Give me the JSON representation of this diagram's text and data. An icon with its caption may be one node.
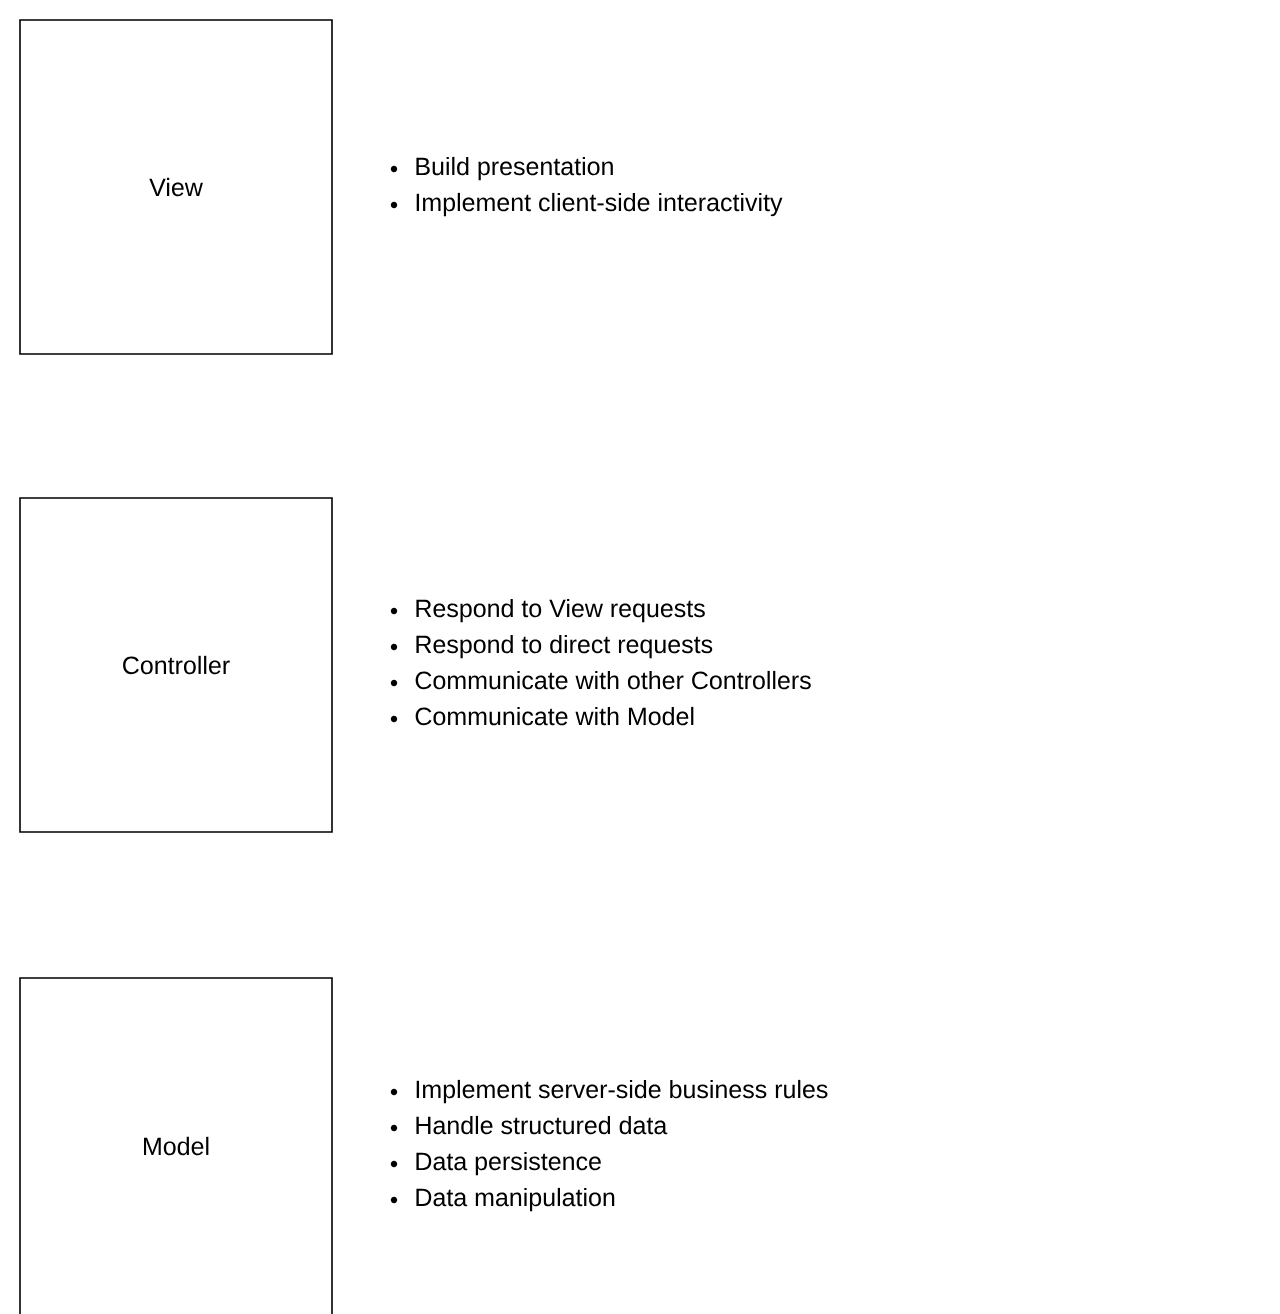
{
  "diagram": {
    "nodes": [
      {
        "text": [
          "View"
        ],
        "beside": [
          "Build presentation",
          "Implement client-side interactivity"
        ]
      },
      {
        "text": [
          "Controller"
        ],
        "beside": [
          "Respond to View requests",
          "Respond to direct requests",
          "Communicate with other Controllers",
          "Communicate with Model"
        ]
      },
      {
        "text": [
          "Model"
        ],
        "beside": [
          "Implement server-side business rules",
          "Handle structured data",
          "Data persistence",
          "Data manipulation"
        ]
      }
    ],
    "edges": []
  }
}
